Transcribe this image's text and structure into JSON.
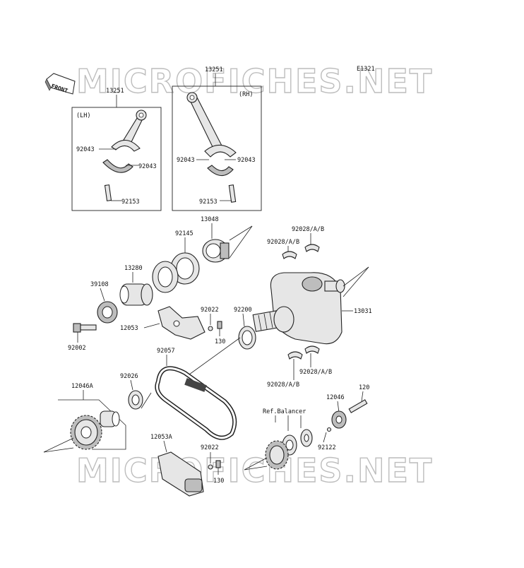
{
  "diagram_code": "E1321",
  "watermark": "MICROFICHES.NET",
  "front_label": "FRONT",
  "groups": {
    "lh": "(LH)",
    "rh": "(RH)",
    "ref_balancer": "Ref.Balancer"
  },
  "labels": {
    "p13251_lh": "13251",
    "p13251_rh": "13251",
    "p92043_a": "92043",
    "p92043_b": "92043",
    "p92043_c": "92043",
    "p92043_d": "92043",
    "p92153_lh": "92153",
    "p92153_rh": "92153",
    "p13048": "13048",
    "p92145": "92145",
    "p92028_a": "92028/A/B",
    "p92028_b": "92028/A/B",
    "p92028_c": "92028/A/B",
    "p92028_d": "92028/A/B",
    "p13280": "13280",
    "p39108": "39108",
    "p92022_a": "92022",
    "p92200": "92200",
    "p12053": "12053",
    "p130_a": "130",
    "p13031": "13031",
    "p92002": "92002",
    "p92057": "92057",
    "p92026": "92026",
    "p12046A": "12046A",
    "p120": "120",
    "p12046": "12046",
    "p92122": "92122",
    "p12053A": "12053A",
    "p92022_b": "92022",
    "p130_b": "130"
  }
}
